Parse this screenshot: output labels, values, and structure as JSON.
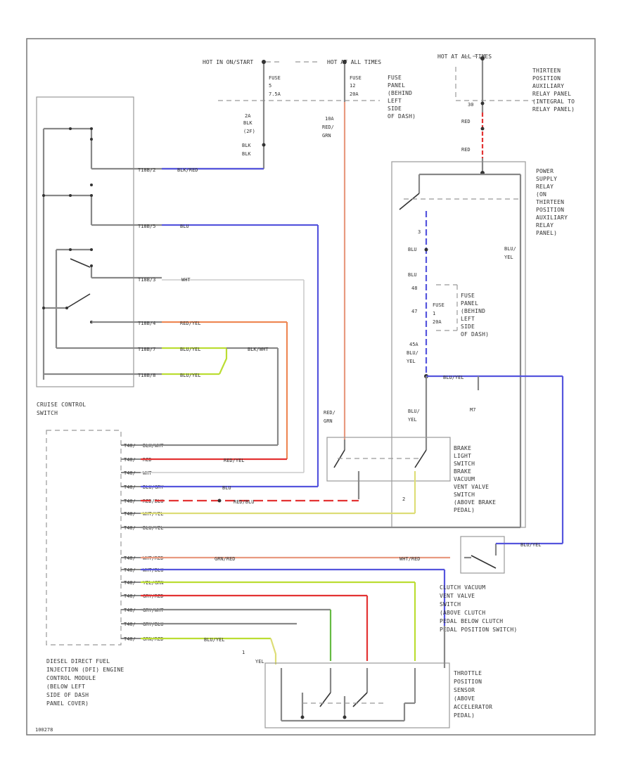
{
  "headers": {
    "hot_in_on_start": "HOT IN ON/START",
    "hot_at_all_times_1": "HOT AT ALL TIMES",
    "hot_at_all_times_2": "HOT AT ALL TIMES"
  },
  "fuses": {
    "fuse_left": [
      "FUSE",
      "5",
      "7.5A"
    ],
    "fuse_mid": [
      "FUSE",
      "12",
      "20A"
    ],
    "fuse_panel_label": [
      "FUSE",
      "PANEL",
      "(BEHIND",
      "LEFT",
      "SIDE",
      "OF DASH)"
    ],
    "fuse_lower": [
      "FUSE",
      "1",
      "20A"
    ],
    "fuse_lower_panel": [
      "FUSE",
      "PANEL",
      "(BEHIND",
      "LEFT",
      "SIDE",
      "OF DASH)"
    ]
  },
  "relays": {
    "thirteen_label": [
      "THIRTEEN",
      "POSITION",
      "AUXILIARY",
      "RELAY PANEL",
      "(INTEGRAL TO",
      "RELAY PANEL)"
    ],
    "power_supply_label": [
      "POWER",
      "SUPPLY",
      "RELAY",
      "(ON",
      "THIRTEEN",
      "POSITION",
      "AUXILIARY",
      "RELAY",
      "PANEL)"
    ]
  },
  "wires": {
    "blk_left": [
      "2A",
      "BLK",
      "(2F)",
      "BLK",
      "BLK"
    ],
    "red_grn_mid": [
      "10A",
      "RED/",
      "GRN"
    ],
    "red_top": "RED",
    "red_mid": "RED",
    "red_grn_lower": [
      "RED/",
      "GRN"
    ],
    "blu_1": "BLU",
    "blu_2": "BLU",
    "blu_yel_right": [
      "BLU/",
      "YEL"
    ],
    "blu_yel_mid": [
      "45A",
      "BLU/",
      "YEL"
    ],
    "blu_yel_low": [
      "BLU/",
      "YEL"
    ],
    "blu_yel_tag": "BLU/YEL",
    "m7": "M7",
    "wht_red": "WHT/RED",
    "blk_wht_junction": "BLK/WHT",
    "yel_bottom": "YEL"
  },
  "switch_wires": [
    "BLK/RED",
    "BLU",
    "WHT",
    "RED/YEL",
    "BLU/YEL",
    "BLU/YEL"
  ],
  "switch_label": [
    "CRUISE CONTROL",
    "SWITCH"
  ],
  "ecm_pins": [
    {
      "pin": "T40/",
      "wire": "BLK/WHT"
    },
    {
      "pin": "T40/",
      "wire": "RED"
    },
    {
      "pin": "T40/",
      "wire": "WHT"
    },
    {
      "pin": "T40/",
      "wire": "BLU/GRY"
    },
    {
      "pin": "T40/",
      "wire": "RED/BLU"
    },
    {
      "pin": "T40/",
      "wire": "WHT/YEL"
    },
    {
      "pin": "T40/",
      "wire": "BLU/YEL"
    },
    {
      "pin": "T40/",
      "wire": "WHT/RED"
    },
    {
      "pin": "T40/",
      "wire": "WHT/BLU"
    },
    {
      "pin": "T40/",
      "wire": "YEL/GRN"
    },
    {
      "pin": "T40/",
      "wire": "GRY/RED"
    },
    {
      "pin": "T40/",
      "wire": "GRY/WHT"
    },
    {
      "pin": "T40/",
      "wire": "GRY/BLU"
    },
    {
      "pin": "T40/",
      "wire": "GRN/RED"
    }
  ],
  "ecm_inline": {
    "red_yel": "RED/YEL",
    "blu": "BLU",
    "red_blu": "RED/BLU",
    "grn_red": "GRN/RED",
    "wht_red_far": "WHT/RED",
    "blu_yel": "BLU/YEL"
  },
  "ecm_label": [
    "DIESEL DIRECT FUEL",
    "INJECTION (DFI) ENGINE",
    "CONTROL MODULE",
    "(BELOW LEFT",
    "SIDE OF DASH",
    "PANEL COVER)"
  ],
  "brake_label": [
    "BRAKE",
    "LIGHT",
    "SWITCH",
    "BRAKE",
    "VACUUM",
    "VENT VALVE",
    "SWITCH",
    "(ABOVE BRAKE",
    "PEDAL)"
  ],
  "clutch_label": [
    "CLUTCH VACUUM",
    "VENT VALVE",
    "SWITCH",
    "(ABOVE CLUTCH",
    "PEDAL BELOW CLUTCH",
    "PEDAL POSITION SWITCH)"
  ],
  "tps_label": [
    "THROTTLE",
    "POSITION",
    "SENSOR",
    "(ABOVE",
    "ACCELERATOR",
    "PEDAL)"
  ],
  "footer_code": "100278",
  "colors": {
    "blue": "#5555dd",
    "red": "#e33333",
    "orange": "#ee8855",
    "salmon": "#e89a80",
    "yellow": "#dddd77",
    "green": "#66bb44",
    "lime": "#bbdd33",
    "gray": "#888888"
  }
}
